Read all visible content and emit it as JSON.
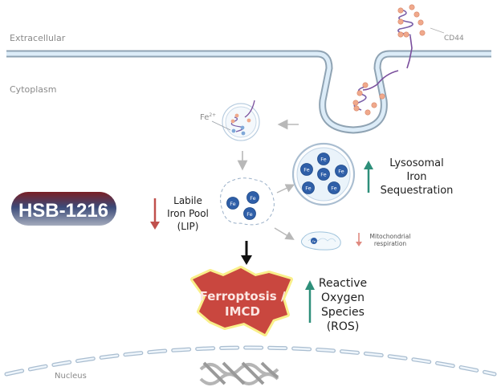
{
  "regions": {
    "extracellular": "Extracellular",
    "cytoplasm": "Cytoplasm",
    "nucleus": "Nucleus"
  },
  "receptor": {
    "label": "CD44"
  },
  "endosome": {
    "ion_label": "Fe",
    "ion_charge": "2+"
  },
  "drug": {
    "name": "HSB-1216"
  },
  "lip": {
    "lines": [
      "Labile",
      "Iron Pool",
      "(LIP)"
    ],
    "trend": "down",
    "iron_labels": [
      "Fe",
      "Fe",
      "Fe"
    ]
  },
  "lysosome": {
    "lines": [
      "Lysosomal",
      "Iron",
      "Sequestration"
    ],
    "trend": "up",
    "iron_labels": [
      "Fe",
      "Fe",
      "Fe",
      "Fe",
      "Fe",
      "Fe"
    ]
  },
  "mitochondria": {
    "lines": [
      "Mitochondrial",
      "respiration"
    ],
    "trend": "down",
    "iron_label": "Fe"
  },
  "outcome": {
    "lines": [
      "Ferroptosis /",
      "IMCD"
    ]
  },
  "ros": {
    "lines": [
      "Reactive",
      "Oxygen",
      "Species",
      "(ROS)"
    ],
    "trend": "up"
  },
  "colors": {
    "membrane_fill": "#dcecf8",
    "membrane_stroke": "#8fa3b3",
    "iron_blue": "#2f5fa8",
    "up_arrow": "#2e8f7a",
    "down_arrow": "#c0504d",
    "burst_fill": "#c9473f",
    "burst_glow": "#f7e34a",
    "pill_top": "#7a1f24",
    "pill_mid": "#3b4a78",
    "pill_bottom": "#9aa3b5"
  }
}
